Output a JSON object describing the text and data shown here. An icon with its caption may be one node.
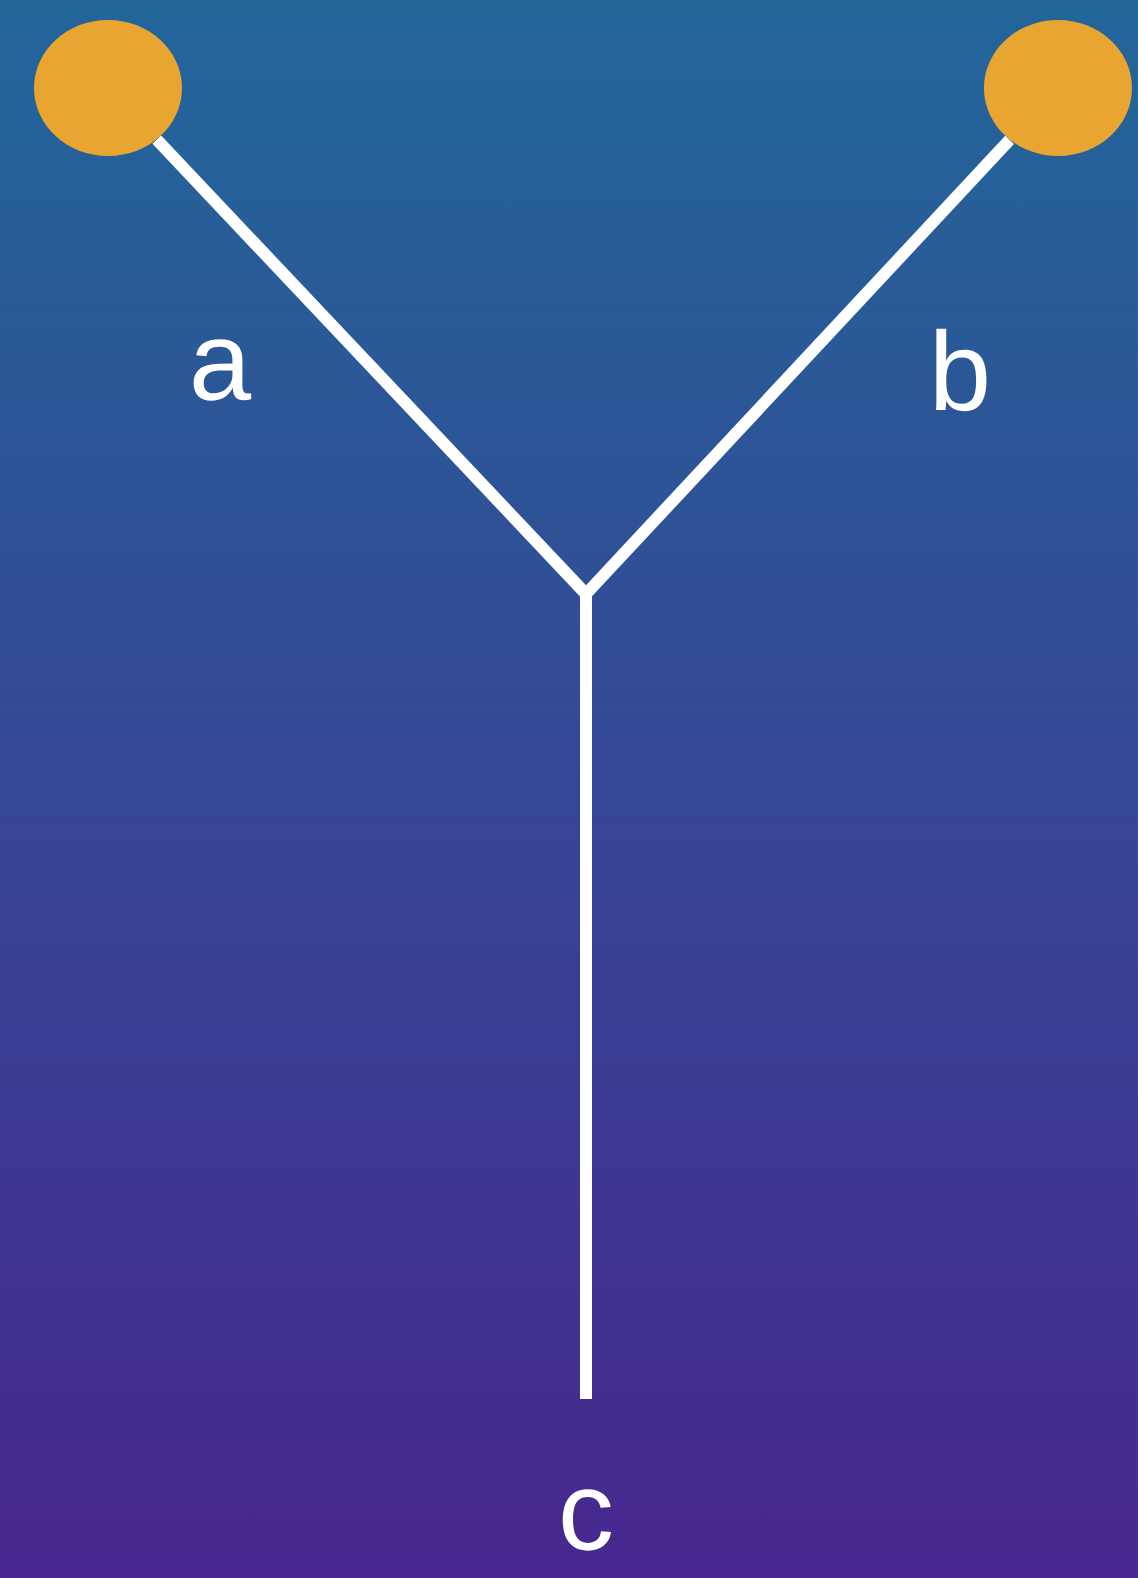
{
  "diagram": {
    "nodes": [
      {
        "text": [],
        "shape": "circle"
      },
      {
        "text": [],
        "shape": "circle"
      },
      {
        "text": [
          "c"
        ]
      }
    ],
    "edges": [
      {
        "from": 0,
        "to": 2,
        "arrow": "none",
        "label": "a"
      },
      {
        "from": 1,
        "to": 2,
        "arrow": "none",
        "label": "b"
      }
    ]
  }
}
